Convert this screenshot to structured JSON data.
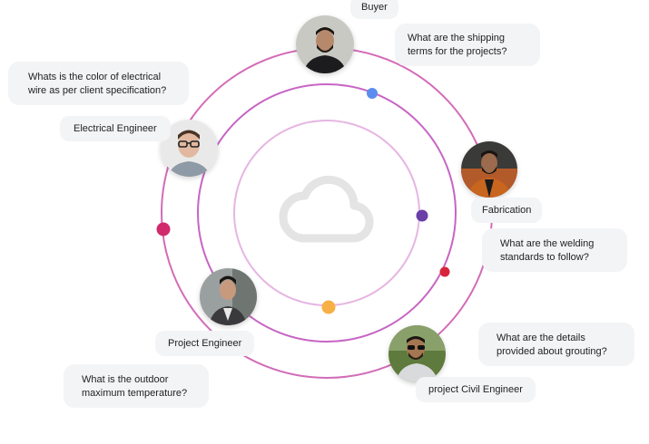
{
  "people": [
    {
      "role": "Buyer",
      "question": [
        "What are the shipping",
        "terms for the projects?"
      ]
    },
    {
      "role": "Electrical Engineer",
      "question": [
        "Whats is the color of electrical",
        "wire as per client specification?"
      ]
    },
    {
      "role": "Fabrication",
      "question": [
        "What are the welding",
        "standards to follow?"
      ]
    },
    {
      "role": "Project Engineer",
      "question": [
        "What is the outdoor",
        "maximum temperature?"
      ]
    },
    {
      "role": "project Civil Engineer",
      "question": [
        "What are the details",
        "provided about grouting?"
      ]
    }
  ],
  "colors": {
    "outer_ring": "#d36cb8",
    "middle_ring": "#c765c4",
    "inner_ring": "#e6b6e2",
    "dot_blue": "#5b8def",
    "dot_purple": "#6b3fa8",
    "dot_red": "#d8243a",
    "dot_magenta": "#d02a6c",
    "dot_orange": "#f6b045",
    "cloud": "#e4e4e4",
    "bubble_bg": "#f3f4f6"
  },
  "icons": {
    "center": "cloud-icon"
  }
}
